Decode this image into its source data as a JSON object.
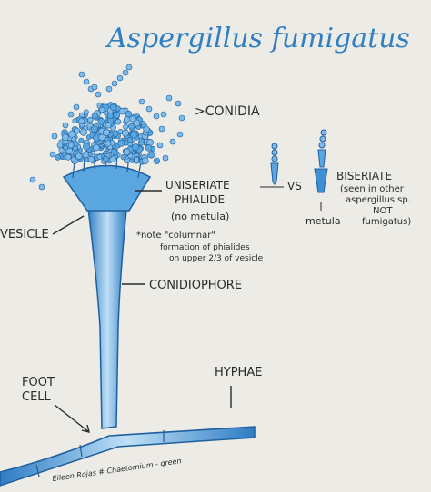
{
  "title": "Aspergillus fumigatus",
  "labels": {
    "conidia": ">CONIDIA",
    "uniseriate": "UNISERIATE",
    "phialide": "PHIALIDE",
    "no_metula": "(no metula)",
    "note_line1": "*note \"columnar\"",
    "note_line2": "formation of phialides",
    "note_line3": "on upper 2/3 of vesicle",
    "vs": "VS",
    "biseriate": "BISERIATE",
    "bis_line2": "(seen in other",
    "bis_line3": "aspergillus sp.",
    "bis_line4": "NOT",
    "bis_line5": "fumigatus)",
    "metula": "metula",
    "vesicle": "VESICLE",
    "conidiophore": "CONIDIOPHORE",
    "hyphae": "HYPHAE",
    "foot": "FOOT",
    "cell": "CELL",
    "signature": "Eileen Rojas  # Chaetomium - green"
  },
  "colors": {
    "ink": "#2a2a2a",
    "blue": "#3f8fd2",
    "light_blue": "#a9d3f2",
    "dark_blue": "#1f5f9e",
    "paper": "#ecebe6"
  }
}
